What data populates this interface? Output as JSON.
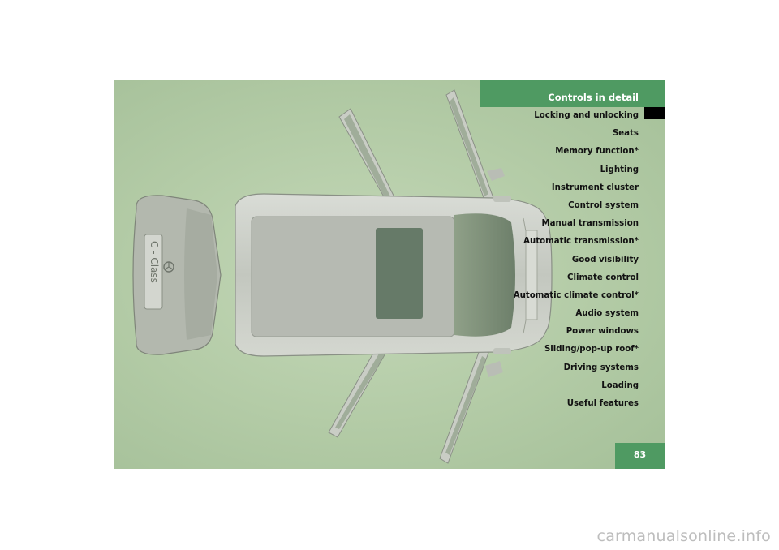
{
  "header": {
    "title": "Controls in detail"
  },
  "toc": [
    "Locking and unlocking",
    "Seats",
    "Memory function*",
    "Lighting",
    "Instrument cluster",
    "Control system",
    "Manual transmission",
    "Automatic transmission*",
    "Good visibility",
    "Climate control",
    "Automatic climate control*",
    "Audio system",
    "Power windows",
    "Sliding/pop-up roof*",
    "Driving systems",
    "Loading",
    "Useful features"
  ],
  "illustration": {
    "plate_text": "C - Class"
  },
  "page_number": "83",
  "watermark": "carmanualsonline.info",
  "colors": {
    "accent": "#4f9a62",
    "background": "#b8cfab",
    "tab": "#000000"
  }
}
